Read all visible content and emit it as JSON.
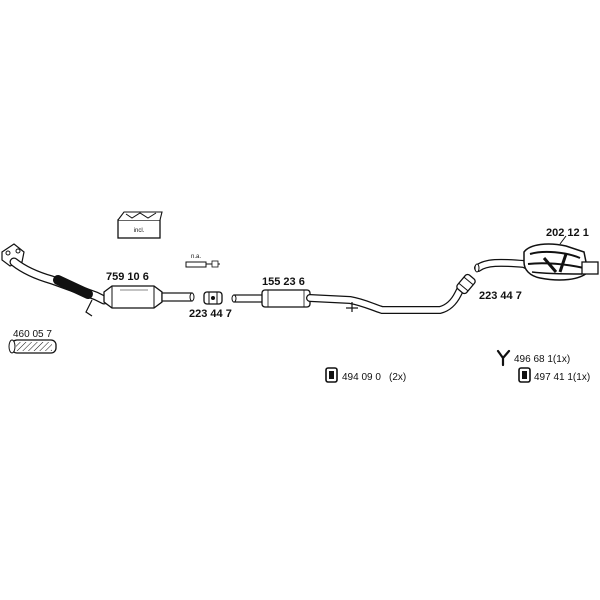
{
  "parts": {
    "front_pipe": "460 05 7",
    "catalytic_converter": "759 10 6",
    "clamp_left": "223 44 7",
    "middle_silencer": "155 23 6",
    "clamp_right": "223 44 7",
    "rear_silencer": "202 12 1"
  },
  "kit": {
    "label": "incl."
  },
  "sensor": {
    "label": "n.a."
  },
  "hardware": {
    "rubber_mount": "494 09 0",
    "rubber_mount_qty": "(2x)",
    "bracket": "496 68 1(1x)",
    "rubber_mount_2": "497 41 1(1x)"
  },
  "icons": [
    "rubber-mount-icon",
    "bracket-y-icon"
  ],
  "colors": {
    "line": "#111111",
    "fill": "#ffffff",
    "shade": "#cfcfcf"
  }
}
